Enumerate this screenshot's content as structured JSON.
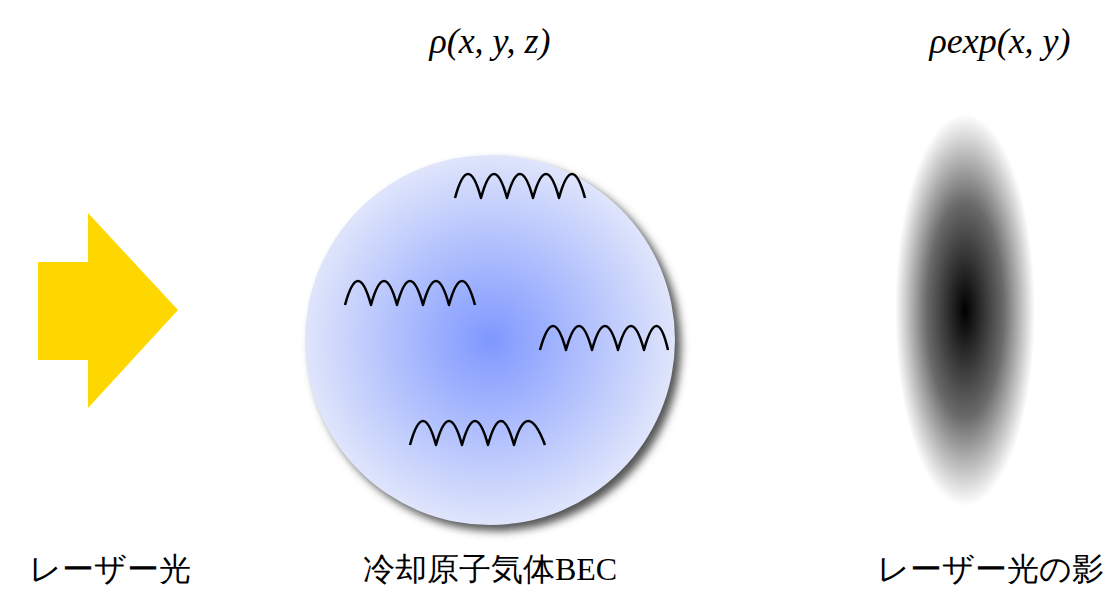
{
  "diagram": {
    "labels": [
      "ρ(x, y, z)",
      "ρexp(x, y)",
      "レーザー光",
      "冷却原子気体BEC",
      "レーザー光の影"
    ]
  }
}
